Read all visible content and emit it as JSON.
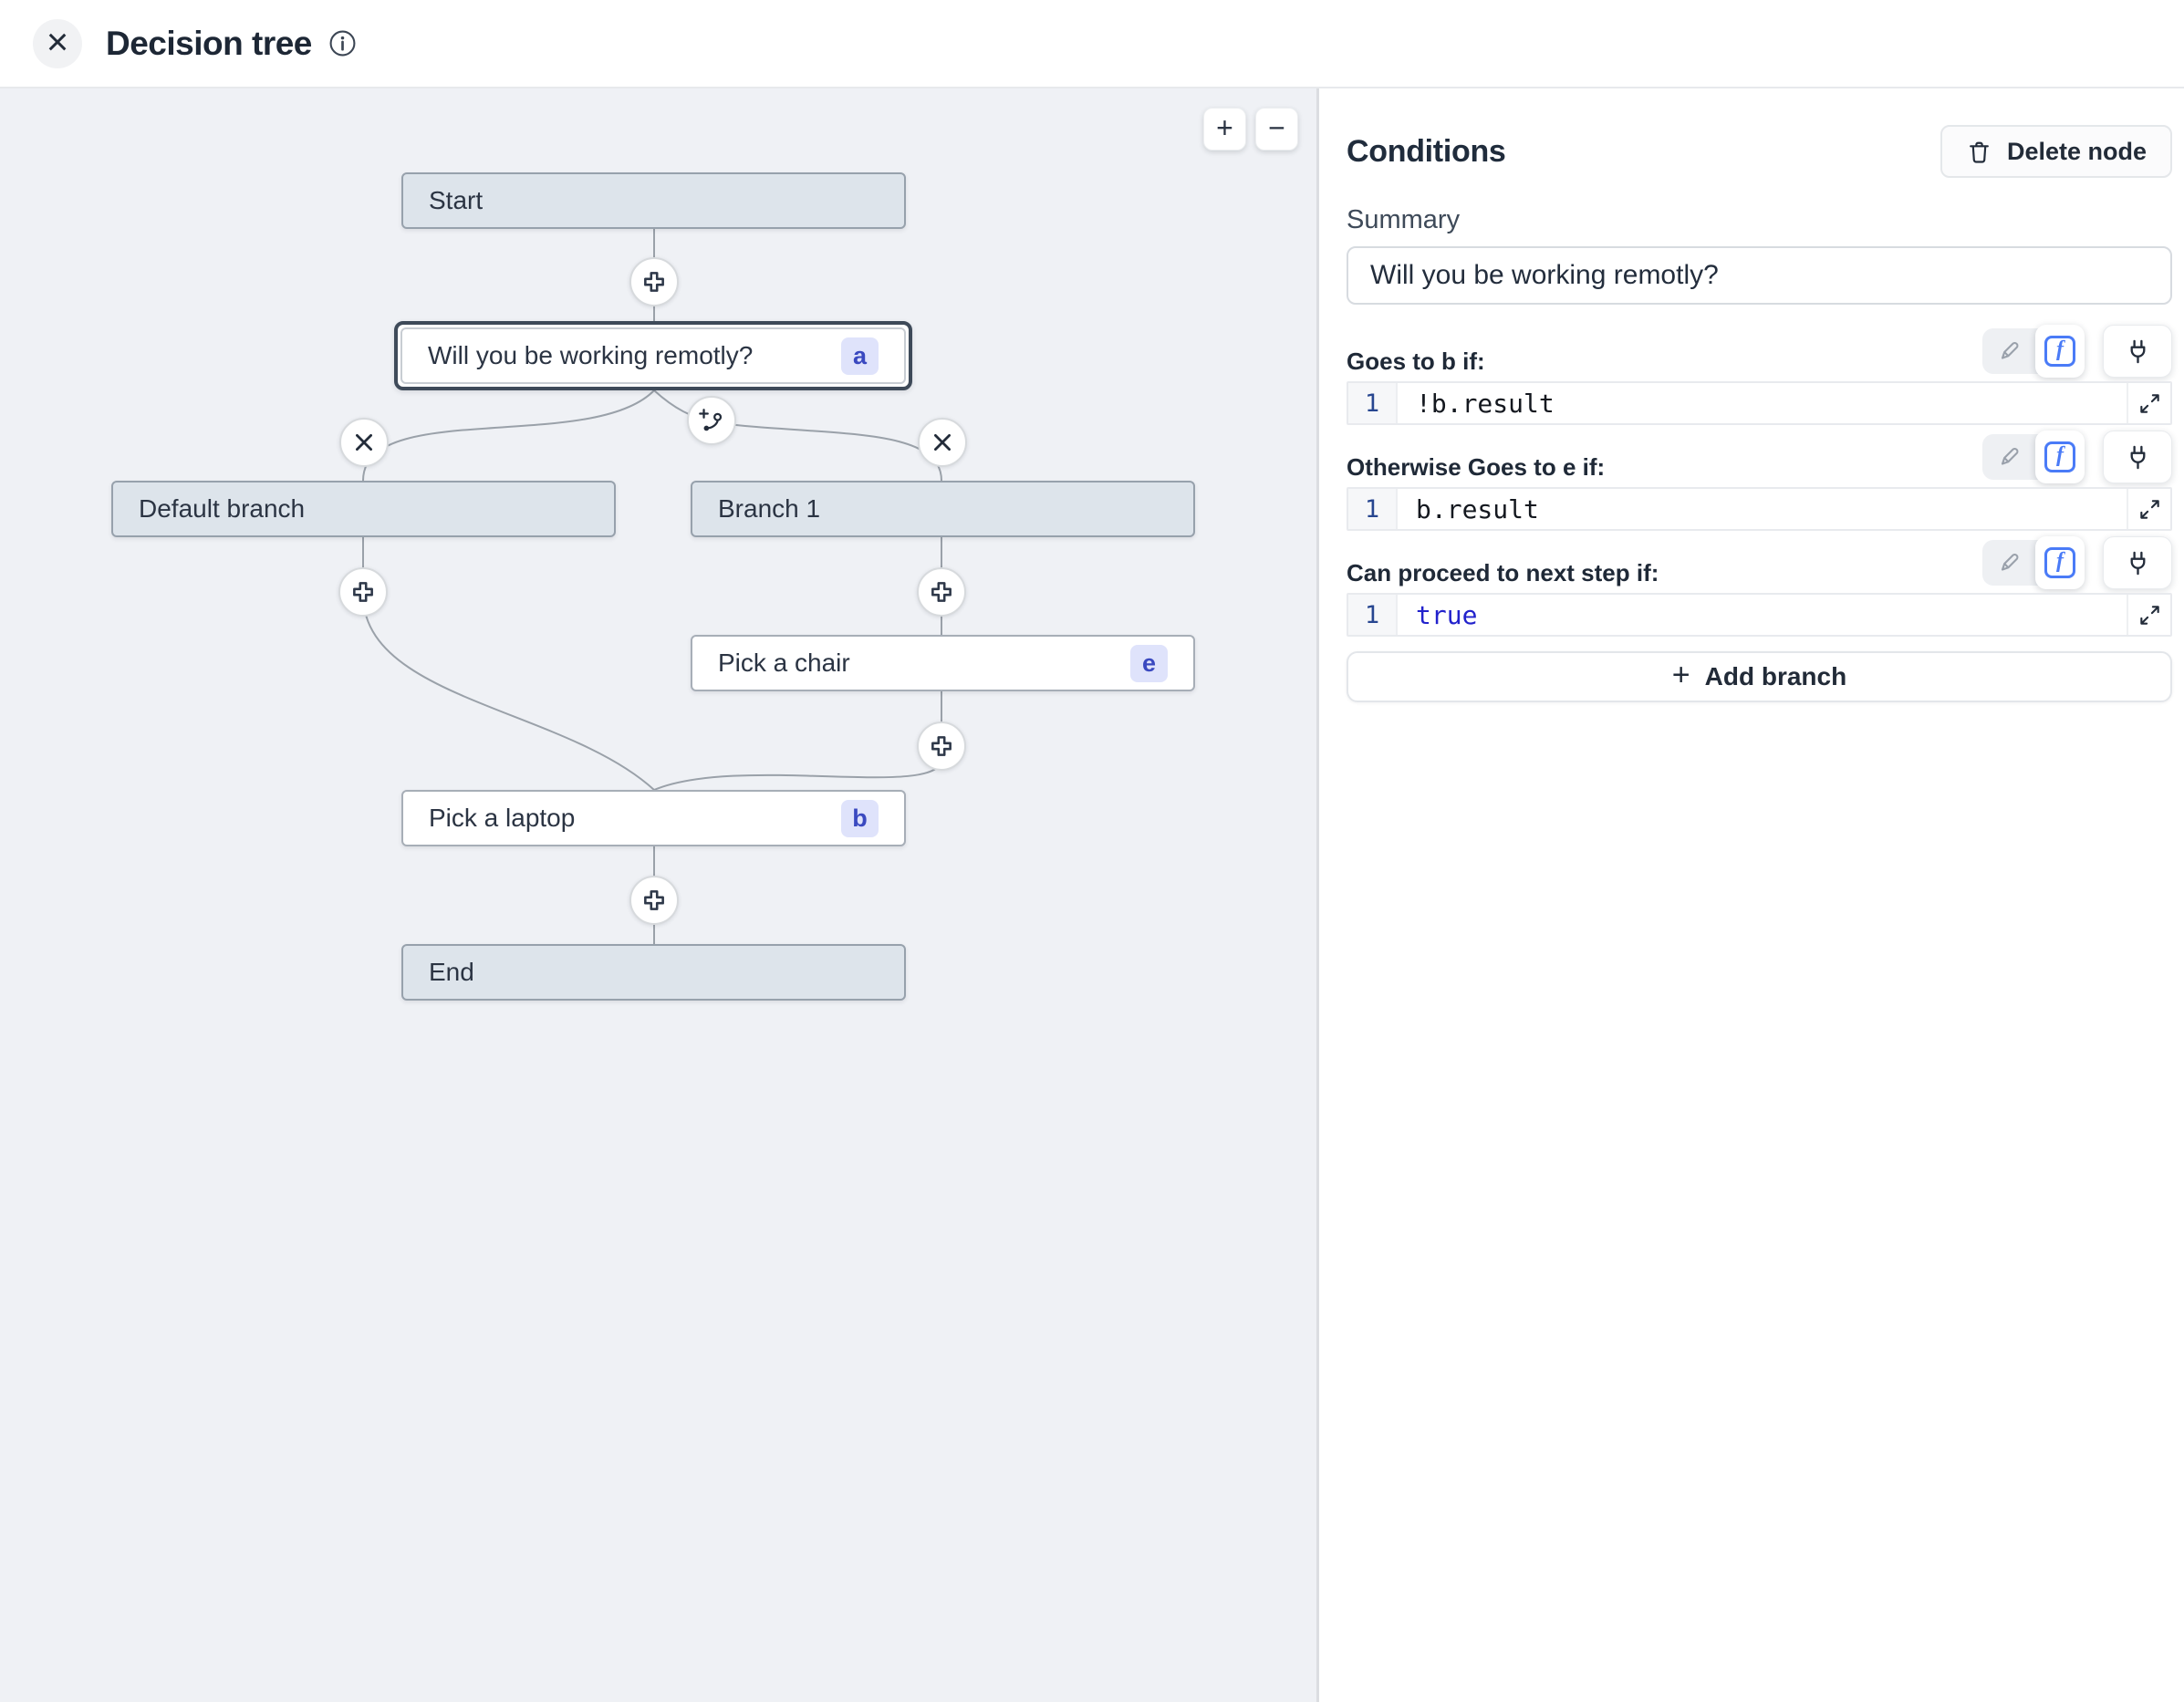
{
  "header": {
    "title": "Decision tree"
  },
  "icons": {
    "close": "×",
    "info": "i",
    "function": "f",
    "add": "+"
  },
  "canvas": {
    "zoom_in": "+",
    "zoom_out": "−",
    "nodes": [
      {
        "id": "start",
        "label": "Start",
        "type": "terminal"
      },
      {
        "id": "question",
        "label": "Will you be working remotly?",
        "badge": "a",
        "type": "selected"
      },
      {
        "id": "default-branch",
        "label": "Default branch",
        "type": "branch"
      },
      {
        "id": "branch-1",
        "label": "Branch 1",
        "type": "branch"
      },
      {
        "id": "pick-chair",
        "label": "Pick a chair",
        "badge": "e",
        "type": "step"
      },
      {
        "id": "pick-laptop",
        "label": "Pick a laptop",
        "badge": "b",
        "type": "step"
      },
      {
        "id": "end",
        "label": "End",
        "type": "terminal"
      }
    ]
  },
  "panel": {
    "title": "Conditions",
    "delete_button": "Delete node",
    "summary_label": "Summary",
    "summary_value": "Will you be working remotly?",
    "sections": [
      {
        "label": "Goes to b if:",
        "line_number": "1",
        "code": "!b.result"
      },
      {
        "label": "Otherwise Goes to e if:",
        "line_number": "1",
        "code": "b.result"
      },
      {
        "label": "Can proceed to next step if:",
        "line_number": "1",
        "code": "true"
      }
    ],
    "add_branch_button": "Add branch"
  },
  "colors": {
    "accent_blue": "#4a7bf7",
    "badge_bg": "#dfe3fb",
    "badge_text": "#3a49c0",
    "keyword_blue": "#2222cc",
    "selected_node_border": "#3e4a59",
    "muted_node_fill": "#dde4eb",
    "canvas_bg": "#eff1f5"
  }
}
